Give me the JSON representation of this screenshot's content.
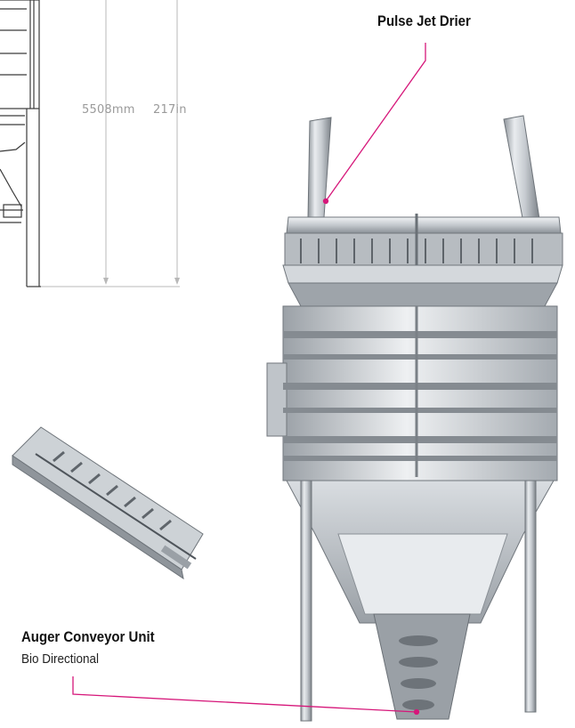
{
  "dimensions": {
    "metric": "5508mm",
    "imperial": "217in"
  },
  "callouts": {
    "pulse_jet": {
      "title": "Pulse Jet Drier"
    },
    "auger": {
      "title": "Auger Conveyor Unit",
      "subtitle": "Bio Directional"
    }
  },
  "colors": {
    "leader_line": "#d6177a",
    "dimension_line": "#b8b8b8",
    "steel_light": "#e6e9ec",
    "steel_mid": "#b9bec3",
    "steel_dark": "#6e747a"
  }
}
